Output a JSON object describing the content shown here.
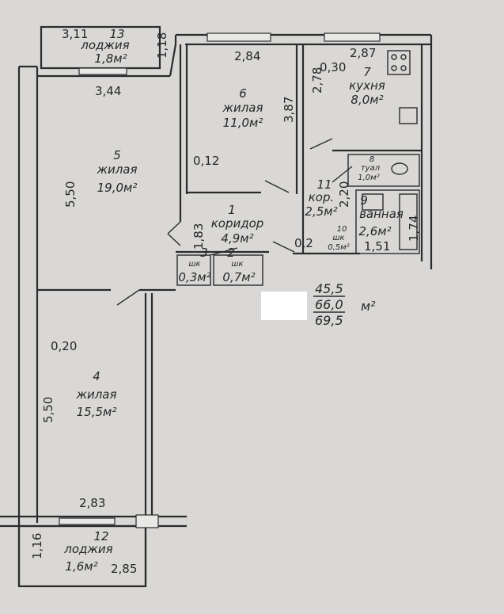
{
  "rooms": {
    "r13": {
      "num": "13",
      "name": "лоджия",
      "area": "1,8м²"
    },
    "r6": {
      "num": "6",
      "name": "жилая",
      "area": "11,0м²"
    },
    "r7": {
      "num": "7",
      "name": "кухня",
      "area": "8,0м²"
    },
    "r5": {
      "num": "5",
      "name": "жилая",
      "area": "19,0м²"
    },
    "r8": {
      "num": "8",
      "name": "туал",
      "area": "1,0м²"
    },
    "r11": {
      "num": "11",
      "name": "кор.",
      "area": "2,5м²"
    },
    "r9": {
      "num": "9",
      "name": "ванная",
      "area": "2,6м²"
    },
    "r1": {
      "num": "1",
      "name": "коридор",
      "area": "4,9м²"
    },
    "r10": {
      "num": "10",
      "name": "шк",
      "area": "0,5м²"
    },
    "r3": {
      "num": "3",
      "name": "шк",
      "area": "0,3м²"
    },
    "r2": {
      "num": "2",
      "name": "шк",
      "area": "0,7м²"
    },
    "r4": {
      "num": "4",
      "name": "жилая",
      "area": "15,5м²"
    },
    "r12": {
      "num": "12",
      "name": "лоджия",
      "area": "1,6м²"
    }
  },
  "dimensions": {
    "d311": "3,11",
    "d118": "1,18",
    "d344": "3,44",
    "d284": "2,84",
    "d030": "0,30",
    "d287": "2,87",
    "d387": "3,87",
    "d278": "2,78",
    "d550a": "5,50",
    "d012": "0,12",
    "d220": "2,20",
    "d183": "1,83",
    "d02": "0,2",
    "d151": "1,51",
    "d174": "1,74",
    "d020": "0,20",
    "d550b": "5,50",
    "d283": "2,83",
    "d116": "1,16",
    "d285": "2,85"
  },
  "totals": {
    "living": "45,5",
    "total": "66,0",
    "with_loggia": "69,5",
    "unit": "м²"
  }
}
